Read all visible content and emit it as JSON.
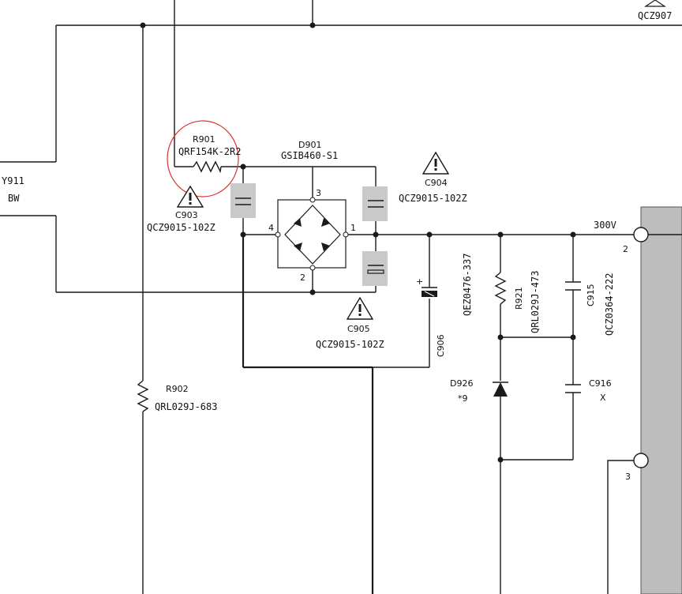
{
  "colors": {
    "wire": "#1a1a1a",
    "highlight": "#c9c9c9",
    "circle_mark": "#d9342b",
    "pcb_block": "#bdbdbd"
  },
  "labels": {
    "top_right": "QCZ907",
    "y911": "Y911",
    "bw": "BW",
    "r901_ref": "R901",
    "r901_part": "QRF154K-2R2",
    "d901_ref": "D901",
    "d901_part": "GSIB460-S1",
    "c903_ref": "C903",
    "c903_part": "QCZ9015-102Z",
    "c904_ref": "C904",
    "c904_part": "QCZ9015-102Z",
    "c905_ref": "C905",
    "c905_part": "QCZ9015-102Z",
    "c906_ref": "C906",
    "c906_part": "QEZ0476-337",
    "r921_ref": "R921",
    "r921_part": "QRL029J-473",
    "c915_ref": "C915",
    "c915_part": "QCZ0364-222",
    "d926_ref": "D926",
    "d926_note": "*9",
    "c916_ref": "C916",
    "c916_value": "X",
    "r902_ref": "R902",
    "r902_part": "QRL029J-683",
    "voltage": "300V",
    "pin1": "1",
    "pin2": "2",
    "pin3": "3",
    "pin4": "4",
    "conn_pin2": "2",
    "conn_pin3": "3"
  },
  "icons": [
    "warning-triangle-icon",
    "resistor-symbol",
    "capacitor-symbol",
    "diode-symbol",
    "electrolytic-capacitor-symbol"
  ]
}
